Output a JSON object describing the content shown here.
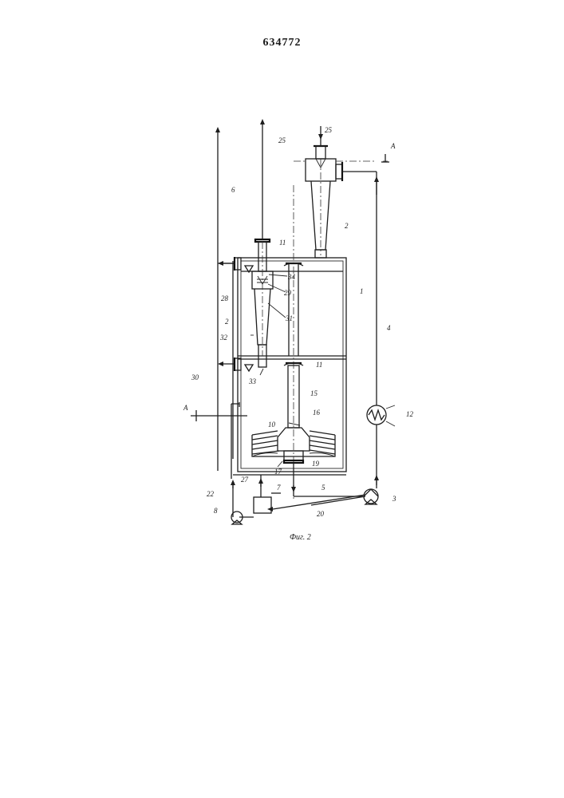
{
  "document": {
    "page_number": "634772",
    "caption": "Фиг. 2"
  },
  "labels": {
    "l25a": "25",
    "l25b": "25",
    "l6": "6",
    "lA1": "A",
    "lA2": "A",
    "l2a": "2",
    "l2b": "2",
    "l11a": "11",
    "l11b": "11",
    "l34": "34",
    "l29": "29",
    "l1": "1",
    "l28": "28",
    "l31": "31",
    "l32": "32",
    "l4": "4",
    "l33": "33",
    "l30": "30",
    "l15": "15",
    "l12": "12",
    "l10": "10",
    "l16": "16",
    "l17": "17",
    "l19": "19",
    "l27": "27",
    "l7": "7",
    "l22": "22",
    "l5": "5",
    "l3": "3",
    "l8": "8",
    "l20": "20"
  }
}
